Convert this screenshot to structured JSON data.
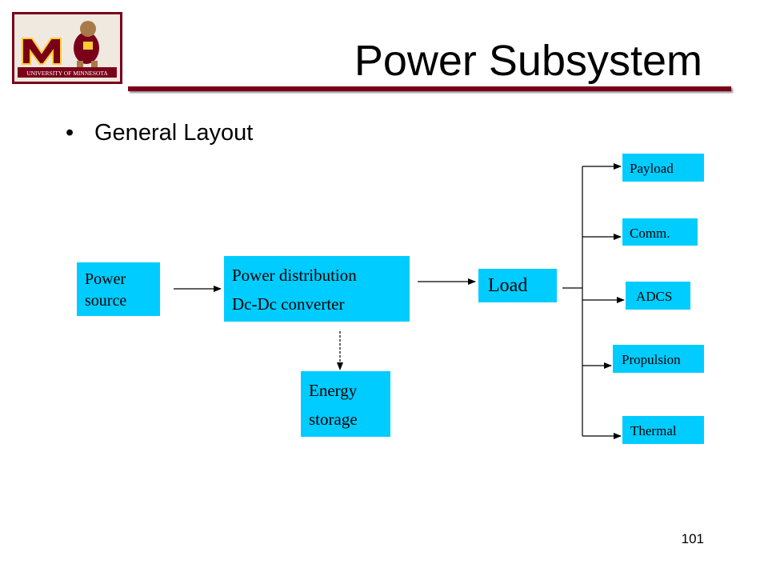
{
  "slide": {
    "title": "Power Subsystem",
    "bullet": "General Layout",
    "page_number": "101"
  },
  "logo": {
    "text": "UNIVERSITY OF MINNESOTA",
    "brand_color": "#7a0019",
    "accent_color": "#ffcc33"
  },
  "diagram": {
    "box_color": "#00ccff",
    "power_source": [
      "Power",
      "source"
    ],
    "distribution": [
      "Power distribution",
      "Dc-Dc converter"
    ],
    "energy_storage": [
      "Energy",
      "storage"
    ],
    "load": "Load",
    "subsystems": [
      "Payload",
      "Comm.",
      "ADCS",
      "Propulsion",
      "Thermal"
    ]
  }
}
